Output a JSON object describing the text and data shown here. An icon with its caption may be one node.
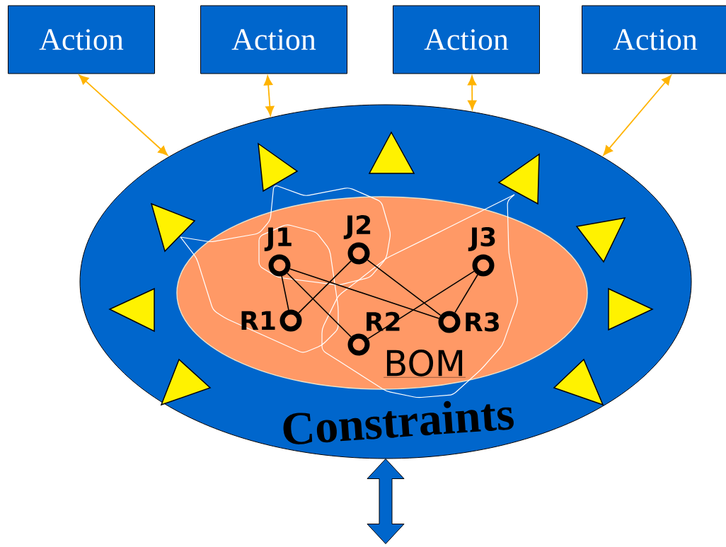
{
  "diagram": {
    "nodes": [
      {
        "text": [
          "Action"
        ]
      },
      {
        "text": [
          "Action"
        ]
      },
      {
        "text": [
          "Action"
        ]
      },
      {
        "text": [
          "Action"
        ]
      },
      {
        "text": [
          "Constraints"
        ]
      },
      {
        "text": [
          "BOM"
        ],
        "in": 4
      },
      {
        "text": [
          "J1"
        ],
        "in": 5
      },
      {
        "text": [
          "J2"
        ],
        "in": 5
      },
      {
        "text": [
          "J3"
        ],
        "in": 5
      },
      {
        "text": [
          "R1"
        ],
        "in": 5
      },
      {
        "text": [
          "R2"
        ],
        "in": 5
      },
      {
        "text": [
          "R3"
        ],
        "in": 5
      }
    ],
    "edges": [
      {
        "from": 0,
        "to": 4,
        "arrow": "both",
        "color": "#ffb300"
      },
      {
        "from": 1,
        "to": 4,
        "arrow": "both",
        "color": "#ffb300"
      },
      {
        "from": 2,
        "to": 4,
        "arrow": "both",
        "color": "#ffb300"
      },
      {
        "from": 3,
        "to": 4,
        "arrow": "both",
        "color": "#ffb300"
      },
      {
        "from": 4,
        "to": null,
        "arrow": "both",
        "style": "thick",
        "color": "#0066cc"
      },
      {
        "from": 6,
        "to": 9,
        "arrow": "none"
      },
      {
        "from": 6,
        "to": 10,
        "arrow": "none"
      },
      {
        "from": 6,
        "to": 11,
        "arrow": "none"
      },
      {
        "from": 7,
        "to": 9,
        "arrow": "none"
      },
      {
        "from": 7,
        "to": 11,
        "arrow": "none"
      },
      {
        "from": 8,
        "to": 10,
        "arrow": "none"
      },
      {
        "from": 8,
        "to": 11,
        "arrow": "none"
      }
    ]
  }
}
